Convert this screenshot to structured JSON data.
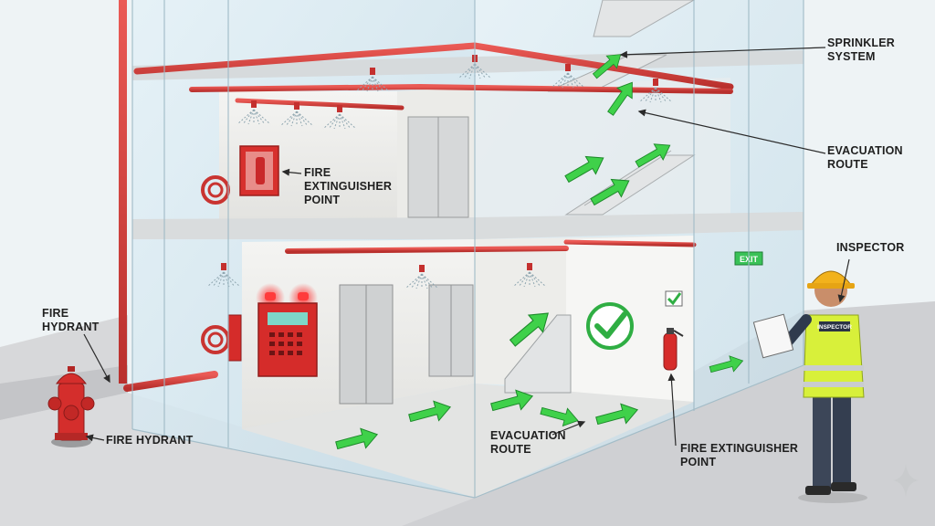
{
  "labels": {
    "sprinkler_system": [
      "SPRINKLER",
      "SYSTEM"
    ],
    "evacuation_route_upper": [
      "EVACUATION",
      "ROUTE"
    ],
    "inspector": [
      "INSPECTOR"
    ],
    "fire_extinguisher_point_upper": [
      "FIRE",
      "EXTINGUISHER",
      "POINT"
    ],
    "fire_hydrant_left": [
      "FIRE",
      "HYDRANT"
    ],
    "fire_hydrant_bottom": [
      "FIRE HYDRANT"
    ],
    "evacuation_route_lower": [
      "EVACUATION",
      "ROUTE"
    ],
    "fire_extinguisher_point_lower": [
      "FIRE EXTINGUISHER",
      "POINT"
    ]
  },
  "signs": {
    "exit": "EXIT",
    "vest": "INSPECTOR"
  },
  "colors": {
    "pipe": "#d83a3a",
    "pipe_dark": "#b52a2a",
    "glass": "#cfe4ee",
    "route_arrow": "#3fd14a",
    "vest": "#d8f03a",
    "helmet": "#f2b21c",
    "alarm_panel": "#d62f2f",
    "sky": "#dfeef5",
    "ground": "#d2d3d5"
  },
  "icons": [
    "sparkle-icon",
    "checkmark-icon",
    "alarm-light-icon",
    "sprinkler-head-icon",
    "route-arrow-icon"
  ]
}
